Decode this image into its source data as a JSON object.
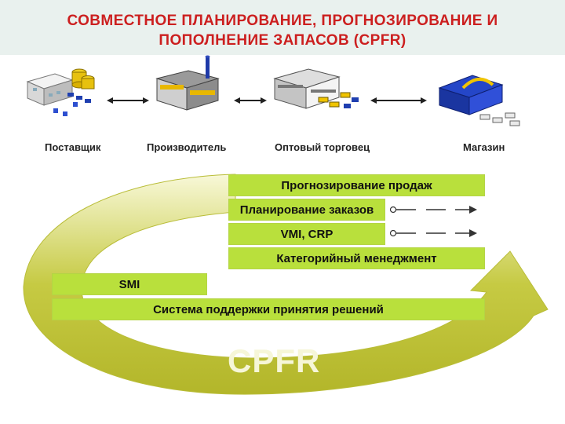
{
  "title": {
    "line1": "СОВМЕСТНОЕ ПЛАНИРОВАНИЕ, ПРОГНОЗИРОВАНИЕ И",
    "line2": "ПОПОЛНЕНИЕ ЗАПАСОВ  (CPFR)"
  },
  "entities": [
    {
      "label": "Поставщик",
      "icon": "supplier-warehouse-icon"
    },
    {
      "label": "Производитель",
      "icon": "factory-icon"
    },
    {
      "label": "Оптовый торговец",
      "icon": "wholesale-warehouse-icon"
    },
    {
      "label": "Магазин",
      "icon": "store-icon"
    }
  ],
  "bars": {
    "forecasting": "Прогнозирование продаж",
    "order_planning": "Планирование заказов",
    "vmi_crp": "VMI, CRP",
    "category_mgmt": "Категорийный менеджмент",
    "smi": "SMI",
    "decision_support": "Система поддержки принятия решений"
  },
  "cycle_label": "CPFR",
  "colors": {
    "title": "#cc1f1f",
    "title_band": "#e9f1ee",
    "bar_fill": "#b9e03c",
    "cycle_arrow": "#c2c63a"
  }
}
